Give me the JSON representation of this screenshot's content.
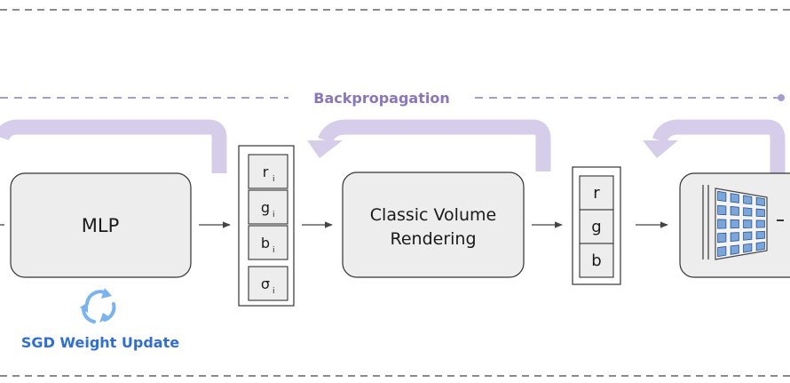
{
  "backprop": {
    "label": "Backpropagation",
    "color": "#8a76bd",
    "arrow_color": "#d6cdea"
  },
  "mlp": {
    "label": "MLP"
  },
  "sgd": {
    "label": "SGD Weight Update",
    "color": "#2f6fd0",
    "icon_color": "#7ab3ee"
  },
  "mlp_outputs": [
    {
      "base": "r",
      "sub": "i"
    },
    {
      "base": "g",
      "sub": "i"
    },
    {
      "base": "b",
      "sub": "i"
    },
    {
      "base": "σ",
      "sub": "i"
    }
  ],
  "renderer": {
    "line1": "Classic Volume",
    "line2": "Rendering"
  },
  "pixel_outputs": [
    "r",
    "g",
    "b"
  ],
  "colors": {
    "box_fill": "#ededed",
    "box_stroke": "#333333",
    "dashed_border": "#444444",
    "arrow": "#444444",
    "grid_cell": "#7aa6de"
  }
}
